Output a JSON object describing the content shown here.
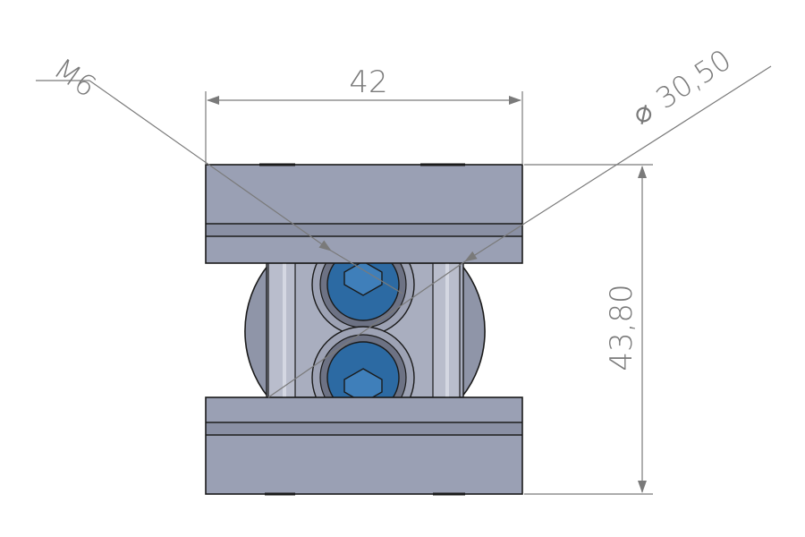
{
  "dimensions": {
    "width": "42",
    "height": "43,80",
    "thread": "M6",
    "diameter": "30,50",
    "diameter_symbol": "⌀"
  },
  "colors": {
    "plate": "#9aa0b4",
    "plate_shadow": "#80869a",
    "body": "#a9aebf",
    "screw_blue": "#2c6aa3",
    "screw_dark": "#1d4f80",
    "edge": "#1a1a1a",
    "dimension": "#7a7a7a"
  }
}
